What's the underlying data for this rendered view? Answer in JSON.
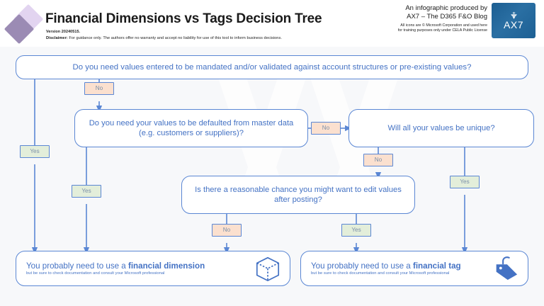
{
  "header": {
    "title": "Financial Dimensions vs Tags Decision Tree",
    "version": "Version 20240515.",
    "disclaimer_label": "Disclaimer:",
    "disclaimer_text": " For guidance only.  The authors offer no warranty and accept no liability for use of this tool to inform business decisions.",
    "credit_line_1": "An infographic produced by",
    "credit_line_2": "AX7 – The D365 F&O  Blog",
    "legal_line_1": "All icons are © Microsoft Corporation and used here",
    "legal_line_2": "for training purposes only under CELA Public License",
    "logo_text": "AX7",
    "logo_icon": "ax7-emblem-icon",
    "brand_diamond_icon": "diamond-logo-icon"
  },
  "colors": {
    "node_border": "#5b87d4",
    "node_text": "#4472c4",
    "connector": "#5b87d4",
    "label_no_fill": "#fbe0cf",
    "label_yes_fill": "#e3eeda",
    "label_text": "#7a8fa8",
    "canvas_bg": "#f7f8fa",
    "logo_blue": "#1d6094"
  },
  "flow": {
    "watermark_text": "AX7",
    "nodes": [
      {
        "id": "q1",
        "type": "question",
        "text": "Do you need values entered to be mandated and/or validated against account structures or pre-existing values?"
      },
      {
        "id": "q2",
        "type": "question",
        "text": "Do you need your values to be defaulted from master data (e.g. customers or suppliers)?"
      },
      {
        "id": "q3",
        "type": "question",
        "text": "Will all your values be unique?"
      },
      {
        "id": "q4",
        "type": "question",
        "text": "Is there a reasonable chance you might want to edit values after posting?"
      }
    ],
    "results": [
      {
        "id": "r1",
        "lead": "You probably need to use a ",
        "emphasis": "financial dimension",
        "sub": "but be sure to check documentation and consult your Microsoft professional",
        "icon": "cube-icon"
      },
      {
        "id": "r2",
        "lead": "You probably need to use a ",
        "emphasis": "financial tag",
        "sub": "but be sure to check documentation and consult your Microsoft professional",
        "icon": "tag-icon"
      }
    ],
    "edge_labels": [
      {
        "id": "no1",
        "text": "No",
        "kind": "no",
        "from": "q1",
        "to": "q2"
      },
      {
        "id": "yes1",
        "text": "Yes",
        "kind": "yes",
        "from": "q1",
        "to": "r1"
      },
      {
        "id": "no2",
        "text": "No",
        "kind": "no",
        "from": "q2",
        "to": "q3"
      },
      {
        "id": "yes2",
        "text": "Yes",
        "kind": "yes",
        "from": "q2",
        "to": "r1"
      },
      {
        "id": "no3",
        "text": "No",
        "kind": "no",
        "from": "q3",
        "to": "q4"
      },
      {
        "id": "yes3",
        "text": "Yes",
        "kind": "yes",
        "from": "q3",
        "to": "r2"
      },
      {
        "id": "no4",
        "text": "No",
        "kind": "no",
        "from": "q4",
        "to": "r1"
      },
      {
        "id": "yes4",
        "text": "Yes",
        "kind": "yes",
        "from": "q4",
        "to": "r2"
      }
    ]
  }
}
